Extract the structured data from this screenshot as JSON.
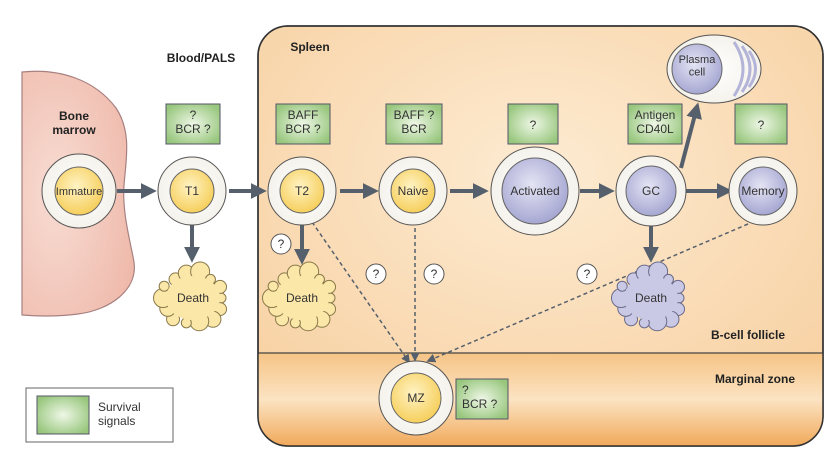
{
  "regions": {
    "bone_marrow": "Bone\nmarrow",
    "blood_pals": "Blood/PALS",
    "spleen": "Spleen",
    "b_cell_follicle": "B-cell follicle",
    "marginal_zone": "Marginal zone"
  },
  "cells": {
    "immature": "Immature",
    "t1": "T1",
    "t2": "T2",
    "naive": "Naive",
    "activated": "Activated",
    "gc": "GC",
    "memory": "Memory",
    "plasma": "Plasma\ncell",
    "mz": "MZ"
  },
  "death_label": "Death",
  "signals": {
    "t1": "?\nBCR ?",
    "t2": "BAFF\nBCR ?",
    "naive": "BAFF ?\nBCR",
    "activated": "?",
    "gc": "Antigen\nCD40L",
    "memory": "?",
    "mz": "?\nBCR ?"
  },
  "question_mark": "?",
  "legend": {
    "label": "Survival\nsignals"
  },
  "colors": {
    "bone_marrow": "#f2c8bd",
    "spleen": "#fbe0bd",
    "marginal_zone": "#f3b168",
    "signal_box": "#a9d28f",
    "immature_cell": "#fbe28a",
    "mature_cell": "#b7b8dc",
    "arrow": "#55606d"
  }
}
